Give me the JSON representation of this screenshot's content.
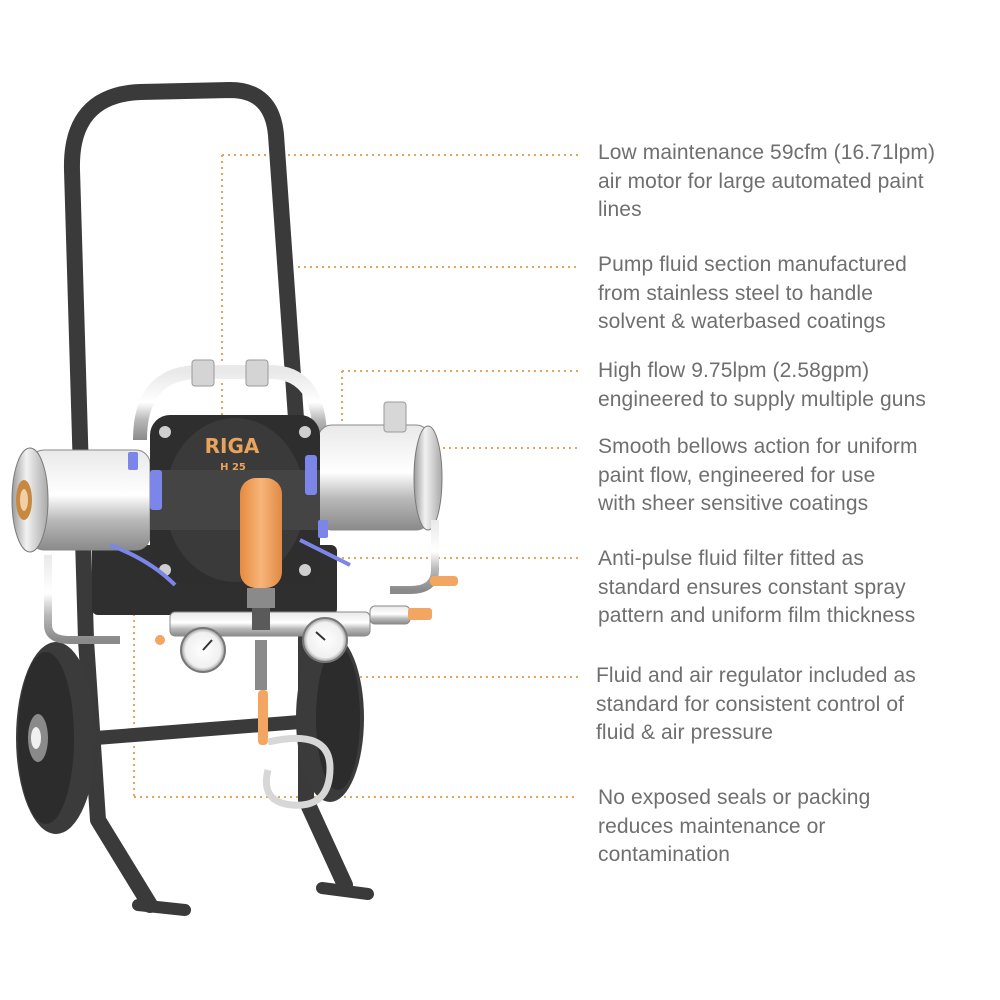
{
  "brand_label": "RIGA",
  "model_label": "H 25",
  "colors": {
    "leader_line": "#e8a45a",
    "callout_text": "#6f6f6f",
    "frame": "#3a3a3a",
    "accent_orange": "#f3a562",
    "accent_blue": "#7b86e8"
  },
  "callouts": [
    {
      "text": "Low maintenance 59cfm (16.71lpm)\nair motor for large automated paint\nlines"
    },
    {
      "text": "Pump fluid section manufactured\nfrom stainless steel to handle\nsolvent & waterbased coatings"
    },
    {
      "text": "High flow 9.75lpm (2.58gpm)\nengineered to supply multiple guns"
    },
    {
      "text": "Smooth bellows action for uniform\npaint flow, engineered for use\nwith sheer sensitive coatings"
    },
    {
      "text": "Anti-pulse fluid filter fitted as\nstandard ensures constant spray\npattern and uniform film thickness"
    },
    {
      "text": "Fluid and air regulator included as\nstandard for consistent control of\nfluid & air pressure"
    },
    {
      "text": "No exposed seals or packing\nreduces maintenance or\ncontamination"
    }
  ]
}
